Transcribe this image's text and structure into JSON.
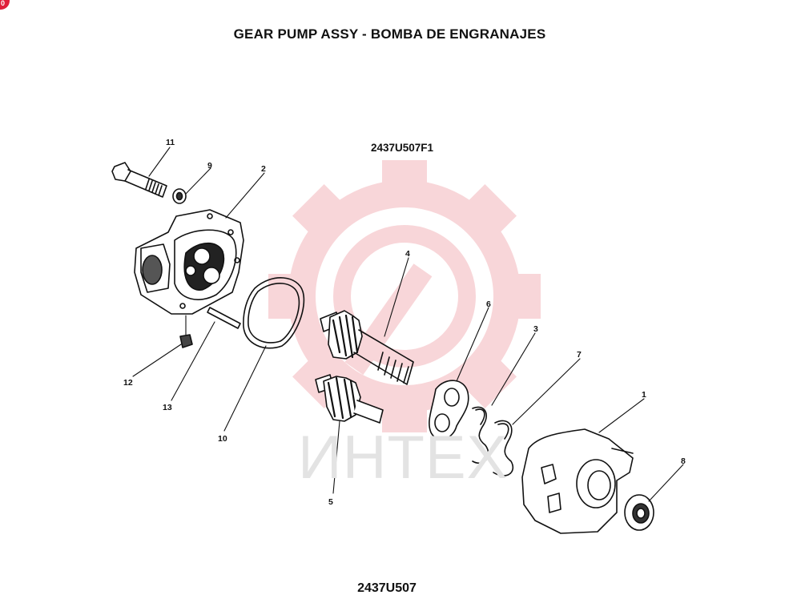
{
  "header": {
    "title": "GEAR PUMP ASSY - BOMBA DE ENGRANAJES"
  },
  "figure": {
    "code": "2437U507F1"
  },
  "footer": {
    "code": "2437U507"
  },
  "watermark": {
    "text": "ИНТЕХ",
    "color": "#f6c8cc"
  },
  "corner_badge": {
    "text": "0",
    "color": "#e0203a"
  },
  "callouts": {
    "c1": "1",
    "c2": "2",
    "c3": "3",
    "c4": "4",
    "c5": "5",
    "c6": "6",
    "c7": "7",
    "c8": "8",
    "c9": "9",
    "c10": "10",
    "c11": "11",
    "c12": "12",
    "c13": "13"
  }
}
